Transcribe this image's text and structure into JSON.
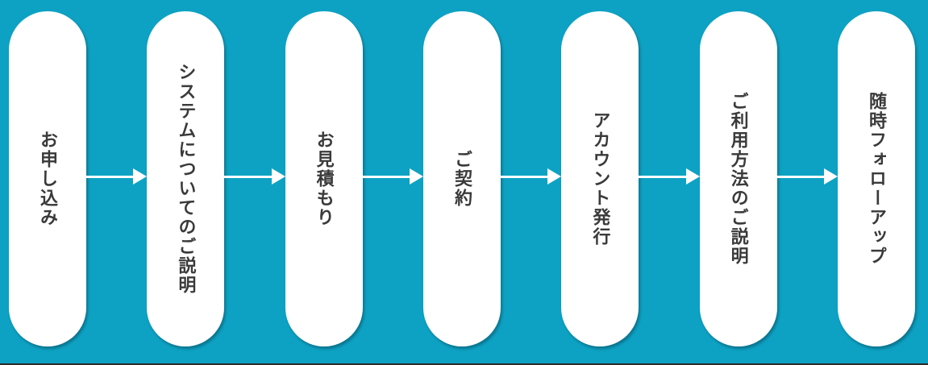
{
  "flow": {
    "name": "service-onboarding-flow",
    "steps": [
      {
        "label": "お申し込み"
      },
      {
        "label": "システムについてのご説明"
      },
      {
        "label": "お見積もり"
      },
      {
        "label": "ご契約"
      },
      {
        "label": "アカウント発行"
      },
      {
        "label": "ご利用方法のご説明"
      },
      {
        "label": "随時フォローアップ"
      }
    ],
    "colors": {
      "background": "#0da2c3",
      "pill_fill": "#ffffff",
      "pill_shadow": "rgba(8,62,80,0.45)",
      "label_text": "#3a3a3a",
      "arrow": "#ffffff",
      "bottom_edge": "#2b2b2b"
    }
  }
}
